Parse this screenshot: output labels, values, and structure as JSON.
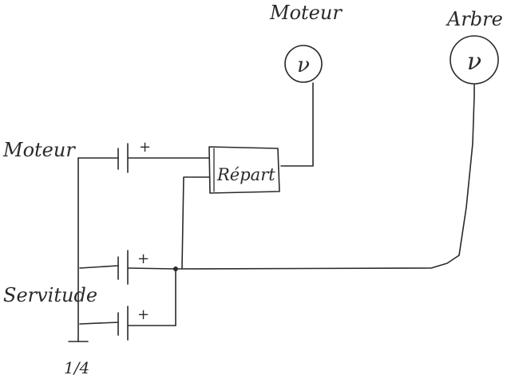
{
  "labels": {
    "moteur_gauge": "Moteur",
    "arbre_gauge": "Arbre",
    "moteur_battery": "Moteur",
    "servitude": "Servitude",
    "repart": "Répart",
    "ground": "1/4"
  },
  "symbols": {
    "plus": "+",
    "gauge": "ν"
  }
}
